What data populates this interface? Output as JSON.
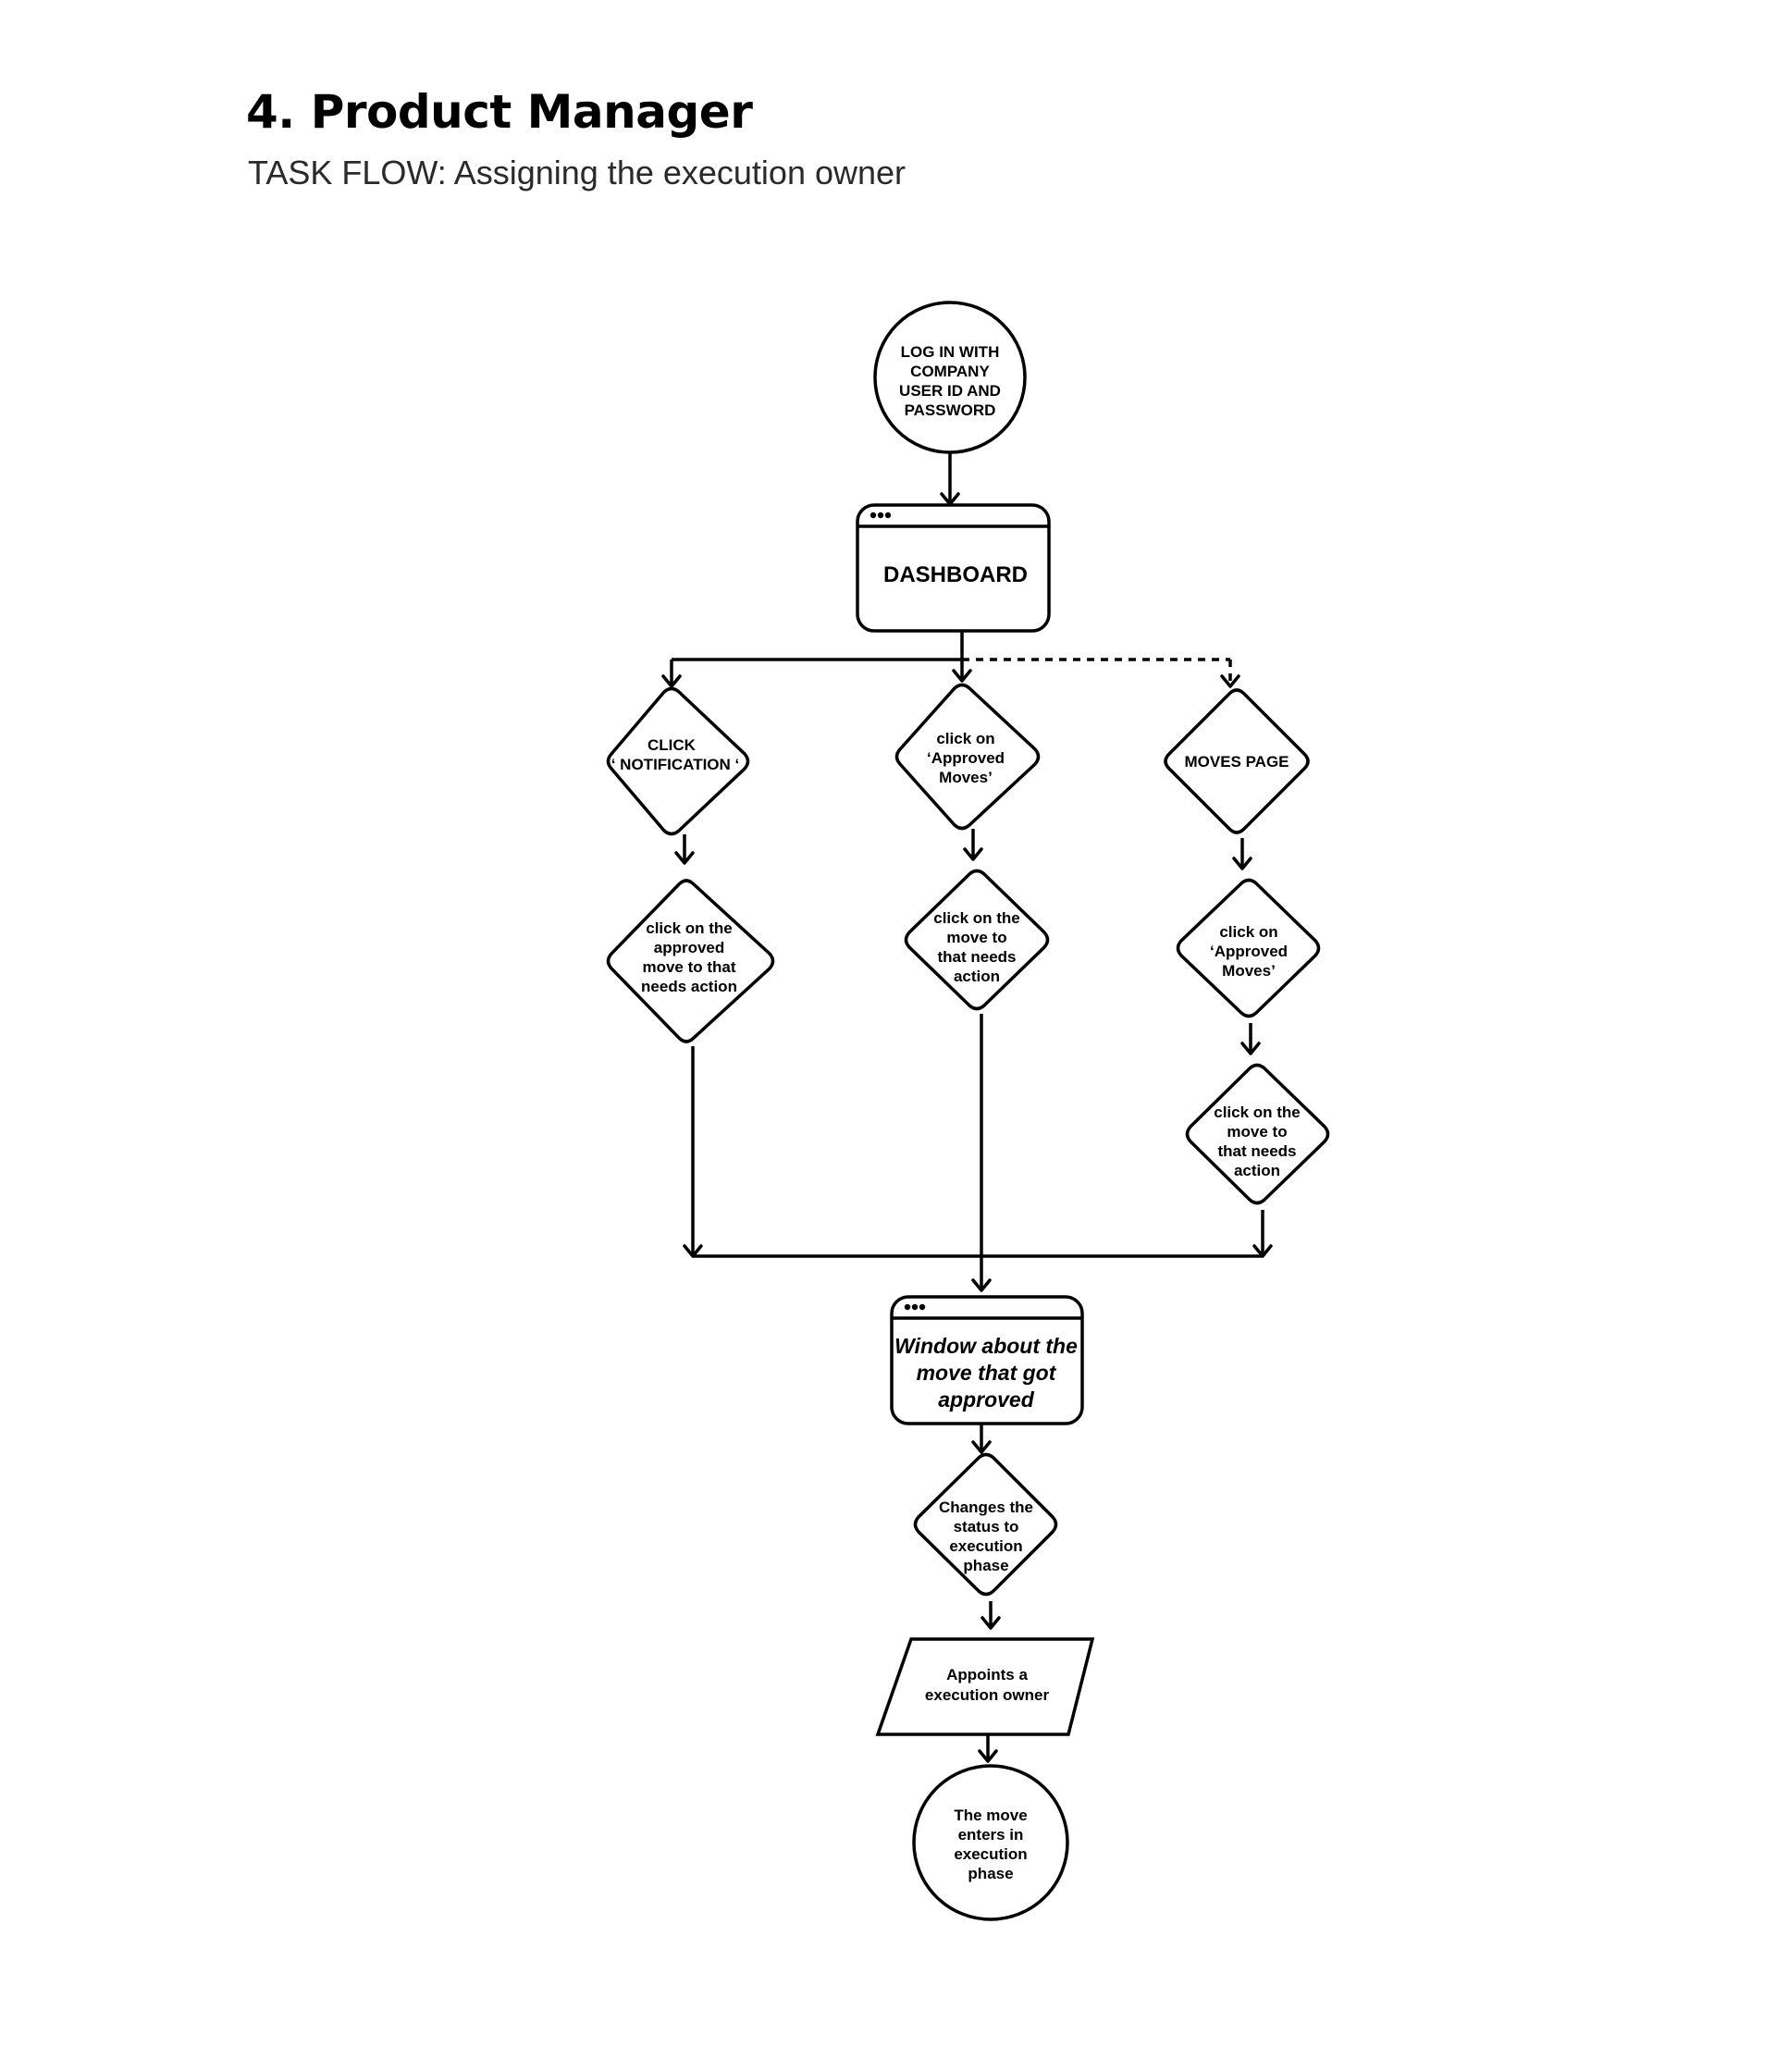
{
  "header": {
    "title": "4. Product Manager",
    "subtitle": "TASK FLOW: Assigning the execution owner"
  },
  "flow": {
    "start": [
      "LOG IN WITH",
      "COMPANY",
      "USER ID AND",
      "PASSWORD"
    ],
    "dashboard": "DASHBOARD",
    "click_notification": [
      "CLICK",
      "‘ NOTIFICATION ‘"
    ],
    "approved_moves_center": [
      "click on",
      "‘Approved",
      "Moves’"
    ],
    "moves_page": "MOVES PAGE",
    "left_action": [
      "click on the",
      "approved",
      "move to that",
      "needs action"
    ],
    "center_action": [
      "click on the",
      "move to",
      "that needs",
      "action"
    ],
    "approved_moves_right": [
      "click on",
      "‘Approved",
      "Moves’"
    ],
    "right_action": [
      "click on the",
      "move to",
      "that needs",
      "action"
    ],
    "window_approved": [
      "Window about the",
      "move that got",
      "approved"
    ],
    "changes_status": [
      "Changes the",
      "status to",
      "execution",
      "phase"
    ],
    "appoints_owner": [
      "Appoints a",
      "execution owner"
    ],
    "end": [
      "The move",
      "enters in",
      "execution",
      "phase"
    ]
  }
}
